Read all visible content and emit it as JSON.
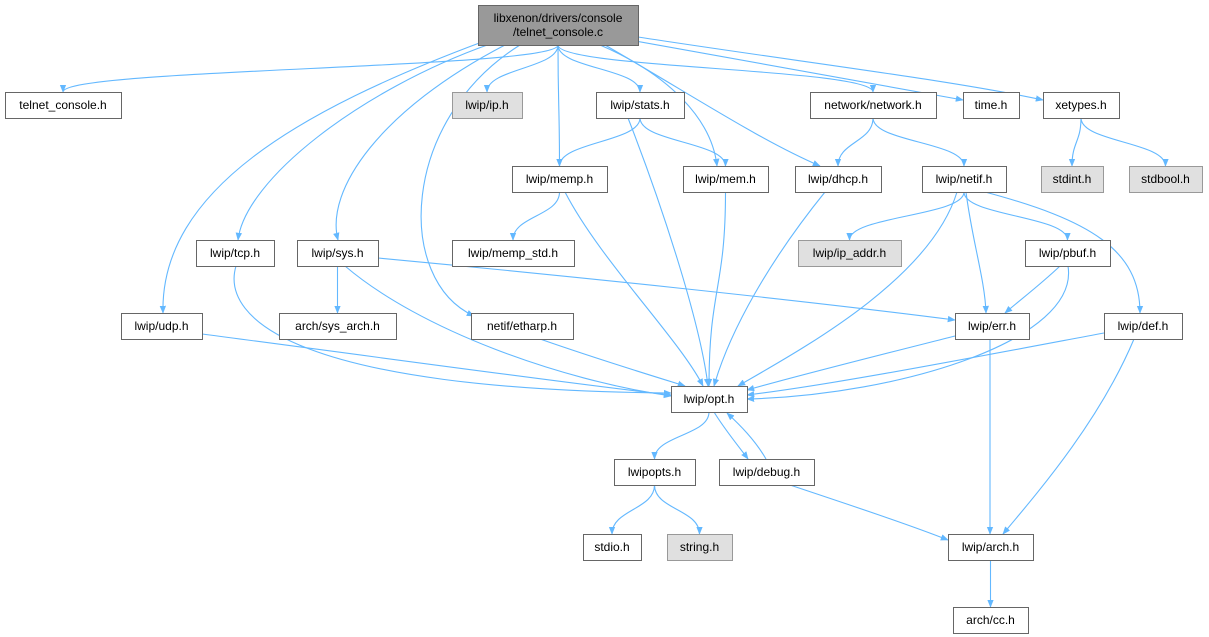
{
  "graph": {
    "edge_color": "#63b8ff",
    "nodes": [
      {
        "id": "root",
        "lines": [
          "libxenon/drivers/console",
          "/telnet_console.c"
        ],
        "kind": "root"
      },
      {
        "id": "telnet_console_h",
        "lines": [
          "telnet_console.h"
        ],
        "kind": "normal"
      },
      {
        "id": "lwip_ip_h",
        "lines": [
          "lwip/ip.h"
        ],
        "kind": "external"
      },
      {
        "id": "lwip_stats_h",
        "lines": [
          "lwip/stats.h"
        ],
        "kind": "normal"
      },
      {
        "id": "network_network_h",
        "lines": [
          "network/network.h"
        ],
        "kind": "normal"
      },
      {
        "id": "time_h",
        "lines": [
          "time.h"
        ],
        "kind": "normal"
      },
      {
        "id": "xetypes_h",
        "lines": [
          "xetypes.h"
        ],
        "kind": "normal"
      },
      {
        "id": "lwip_memp_h",
        "lines": [
          "lwip/memp.h"
        ],
        "kind": "normal"
      },
      {
        "id": "lwip_mem_h",
        "lines": [
          "lwip/mem.h"
        ],
        "kind": "normal"
      },
      {
        "id": "lwip_dhcp_h",
        "lines": [
          "lwip/dhcp.h"
        ],
        "kind": "normal"
      },
      {
        "id": "lwip_netif_h",
        "lines": [
          "lwip/netif.h"
        ],
        "kind": "normal"
      },
      {
        "id": "stdint_h",
        "lines": [
          "stdint.h"
        ],
        "kind": "external"
      },
      {
        "id": "stdbool_h",
        "lines": [
          "stdbool.h"
        ],
        "kind": "external"
      },
      {
        "id": "lwip_tcp_h",
        "lines": [
          "lwip/tcp.h"
        ],
        "kind": "normal"
      },
      {
        "id": "lwip_sys_h",
        "lines": [
          "lwip/sys.h"
        ],
        "kind": "normal"
      },
      {
        "id": "lwip_memp_std_h",
        "lines": [
          "lwip/memp_std.h"
        ],
        "kind": "normal"
      },
      {
        "id": "lwip_ip_addr_h",
        "lines": [
          "lwip/ip_addr.h"
        ],
        "kind": "external"
      },
      {
        "id": "lwip_pbuf_h",
        "lines": [
          "lwip/pbuf.h"
        ],
        "kind": "normal"
      },
      {
        "id": "lwip_udp_h",
        "lines": [
          "lwip/udp.h"
        ],
        "kind": "normal"
      },
      {
        "id": "arch_sys_arch_h",
        "lines": [
          "arch/sys_arch.h"
        ],
        "kind": "normal"
      },
      {
        "id": "netif_etharp_h",
        "lines": [
          "netif/etharp.h"
        ],
        "kind": "normal"
      },
      {
        "id": "lwip_err_h",
        "lines": [
          "lwip/err.h"
        ],
        "kind": "normal"
      },
      {
        "id": "lwip_def_h",
        "lines": [
          "lwip/def.h"
        ],
        "kind": "normal"
      },
      {
        "id": "lwip_opt_h",
        "lines": [
          "lwip/opt.h"
        ],
        "kind": "normal"
      },
      {
        "id": "lwipopts_h",
        "lines": [
          "lwipopts.h"
        ],
        "kind": "normal"
      },
      {
        "id": "lwip_debug_h",
        "lines": [
          "lwip/debug.h"
        ],
        "kind": "normal"
      },
      {
        "id": "stdio_h",
        "lines": [
          "stdio.h"
        ],
        "kind": "normal"
      },
      {
        "id": "string_h",
        "lines": [
          "string.h"
        ],
        "kind": "external"
      },
      {
        "id": "lwip_arch_h",
        "lines": [
          "lwip/arch.h"
        ],
        "kind": "normal"
      },
      {
        "id": "arch_cc_h",
        "lines": [
          "arch/cc.h"
        ],
        "kind": "normal"
      }
    ],
    "edges": [
      {
        "from": "root",
        "to": "telnet_console_h"
      },
      {
        "from": "root",
        "to": "lwip_ip_h"
      },
      {
        "from": "root",
        "to": "lwip_stats_h"
      },
      {
        "from": "root",
        "to": "network_network_h"
      },
      {
        "from": "root",
        "to": "time_h"
      },
      {
        "from": "root",
        "to": "xetypes_h"
      },
      {
        "from": "root",
        "to": "lwip_memp_h"
      },
      {
        "from": "root",
        "to": "lwip_mem_h"
      },
      {
        "from": "root",
        "to": "lwip_dhcp_h"
      },
      {
        "from": "root",
        "to": "lwip_tcp_h"
      },
      {
        "from": "root",
        "to": "lwip_sys_h"
      },
      {
        "from": "root",
        "to": "lwip_udp_h"
      },
      {
        "from": "root",
        "to": "netif_etharp_h"
      },
      {
        "from": "lwip_stats_h",
        "to": "lwip_memp_h"
      },
      {
        "from": "lwip_stats_h",
        "to": "lwip_mem_h"
      },
      {
        "from": "lwip_stats_h",
        "to": "lwip_opt_h"
      },
      {
        "from": "network_network_h",
        "to": "lwip_dhcp_h"
      },
      {
        "from": "network_network_h",
        "to": "lwip_netif_h"
      },
      {
        "from": "xetypes_h",
        "to": "stdint_h"
      },
      {
        "from": "xetypes_h",
        "to": "stdbool_h"
      },
      {
        "from": "lwip_memp_h",
        "to": "lwip_memp_std_h"
      },
      {
        "from": "lwip_memp_h",
        "to": "lwip_opt_h"
      },
      {
        "from": "lwip_mem_h",
        "to": "lwip_opt_h"
      },
      {
        "from": "lwip_dhcp_h",
        "to": "lwip_opt_h"
      },
      {
        "from": "lwip_netif_h",
        "to": "lwip_ip_addr_h"
      },
      {
        "from": "lwip_netif_h",
        "to": "lwip_pbuf_h"
      },
      {
        "from": "lwip_netif_h",
        "to": "lwip_def_h"
      },
      {
        "from": "lwip_netif_h",
        "to": "lwip_err_h"
      },
      {
        "from": "lwip_netif_h",
        "to": "lwip_opt_h"
      },
      {
        "from": "lwip_tcp_h",
        "to": "lwip_opt_h"
      },
      {
        "from": "lwip_sys_h",
        "to": "arch_sys_arch_h"
      },
      {
        "from": "lwip_sys_h",
        "to": "lwip_err_h"
      },
      {
        "from": "lwip_sys_h",
        "to": "lwip_opt_h"
      },
      {
        "from": "lwip_pbuf_h",
        "to": "lwip_err_h"
      },
      {
        "from": "lwip_pbuf_h",
        "to": "lwip_opt_h"
      },
      {
        "from": "lwip_udp_h",
        "to": "lwip_opt_h"
      },
      {
        "from": "netif_etharp_h",
        "to": "lwip_opt_h"
      },
      {
        "from": "lwip_err_h",
        "to": "lwip_opt_h"
      },
      {
        "from": "lwip_err_h",
        "to": "lwip_arch_h"
      },
      {
        "from": "lwip_def_h",
        "to": "lwip_opt_h"
      },
      {
        "from": "lwip_def_h",
        "to": "lwip_arch_h"
      },
      {
        "from": "lwip_opt_h",
        "to": "lwipopts_h"
      },
      {
        "from": "lwip_opt_h",
        "to": "lwip_debug_h"
      },
      {
        "from": "lwip_debug_h",
        "to": "lwip_opt_h"
      },
      {
        "from": "lwip_debug_h",
        "to": "lwip_arch_h"
      },
      {
        "from": "lwipopts_h",
        "to": "stdio_h"
      },
      {
        "from": "lwipopts_h",
        "to": "string_h"
      },
      {
        "from": "lwip_arch_h",
        "to": "arch_cc_h"
      }
    ]
  }
}
